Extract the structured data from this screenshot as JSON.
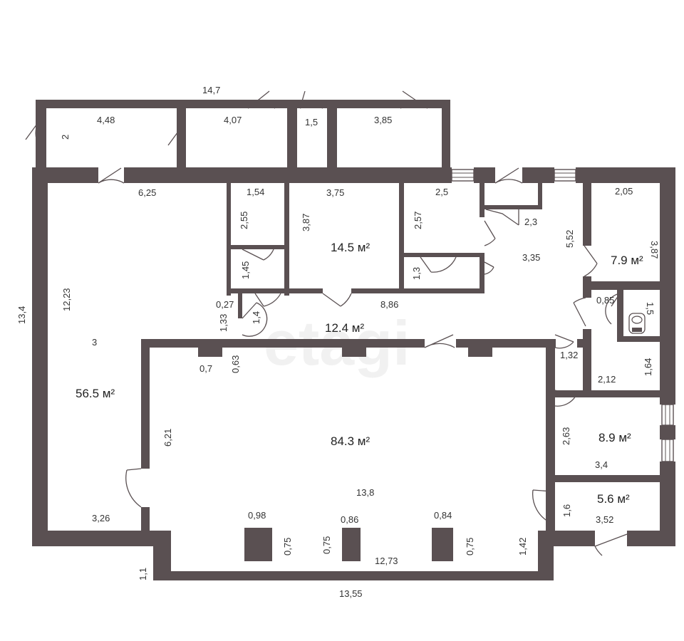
{
  "plan": {
    "watermark": "etagi",
    "colors": {
      "wall": "#5a5052",
      "background": "#ffffff",
      "text": "#333333"
    },
    "areas": {
      "hall_large": "84.3 м²",
      "left_room": "56.5 м²",
      "room_center": "14.5 м²",
      "corridor": "12.4 м²",
      "room_right_top": "7.9 м²",
      "room_right_mid": "8.9 м²",
      "room_right_bottom": "5.6 м²"
    },
    "dims": {
      "d1": "14,7",
      "d2": "4,48",
      "d3": "2",
      "d4": "4,07",
      "d5": "1,5",
      "d6": "3,85",
      "d7": "6,25",
      "d8": "1,54",
      "d9": "3,75",
      "d10": "2,5",
      "d11": "2,05",
      "d12": "2,55",
      "d13": "3,87",
      "d14": "2,57",
      "d15": "2,3",
      "d16": "5,52",
      "d17": "3,87",
      "d18": "3,35",
      "d19": "1,45",
      "d20": "1,3",
      "d21": "13,4",
      "d22": "12,23",
      "d23": "0,27",
      "d24": "1,33",
      "d25": "1,4",
      "d26": "8,86",
      "d27": "0,85",
      "d28": "1,5",
      "d29": "3",
      "d30": "0,7",
      "d31": "0,63",
      "d32": "1,32",
      "d33": "2,12",
      "d34": "1,64",
      "d35": "6,21",
      "d36": "2,63",
      "d37": "3,4",
      "d38": "13,8",
      "d39": "1,6",
      "d40": "3,26",
      "d41": "0,98",
      "d42": "0,86",
      "d43": "0,84",
      "d44": "3,52",
      "d45": "0,75",
      "d46": "0,75",
      "d47": "0,75",
      "d48": "1,42",
      "d49": "12,73",
      "d50": "1,1",
      "d51": "13,55"
    }
  }
}
